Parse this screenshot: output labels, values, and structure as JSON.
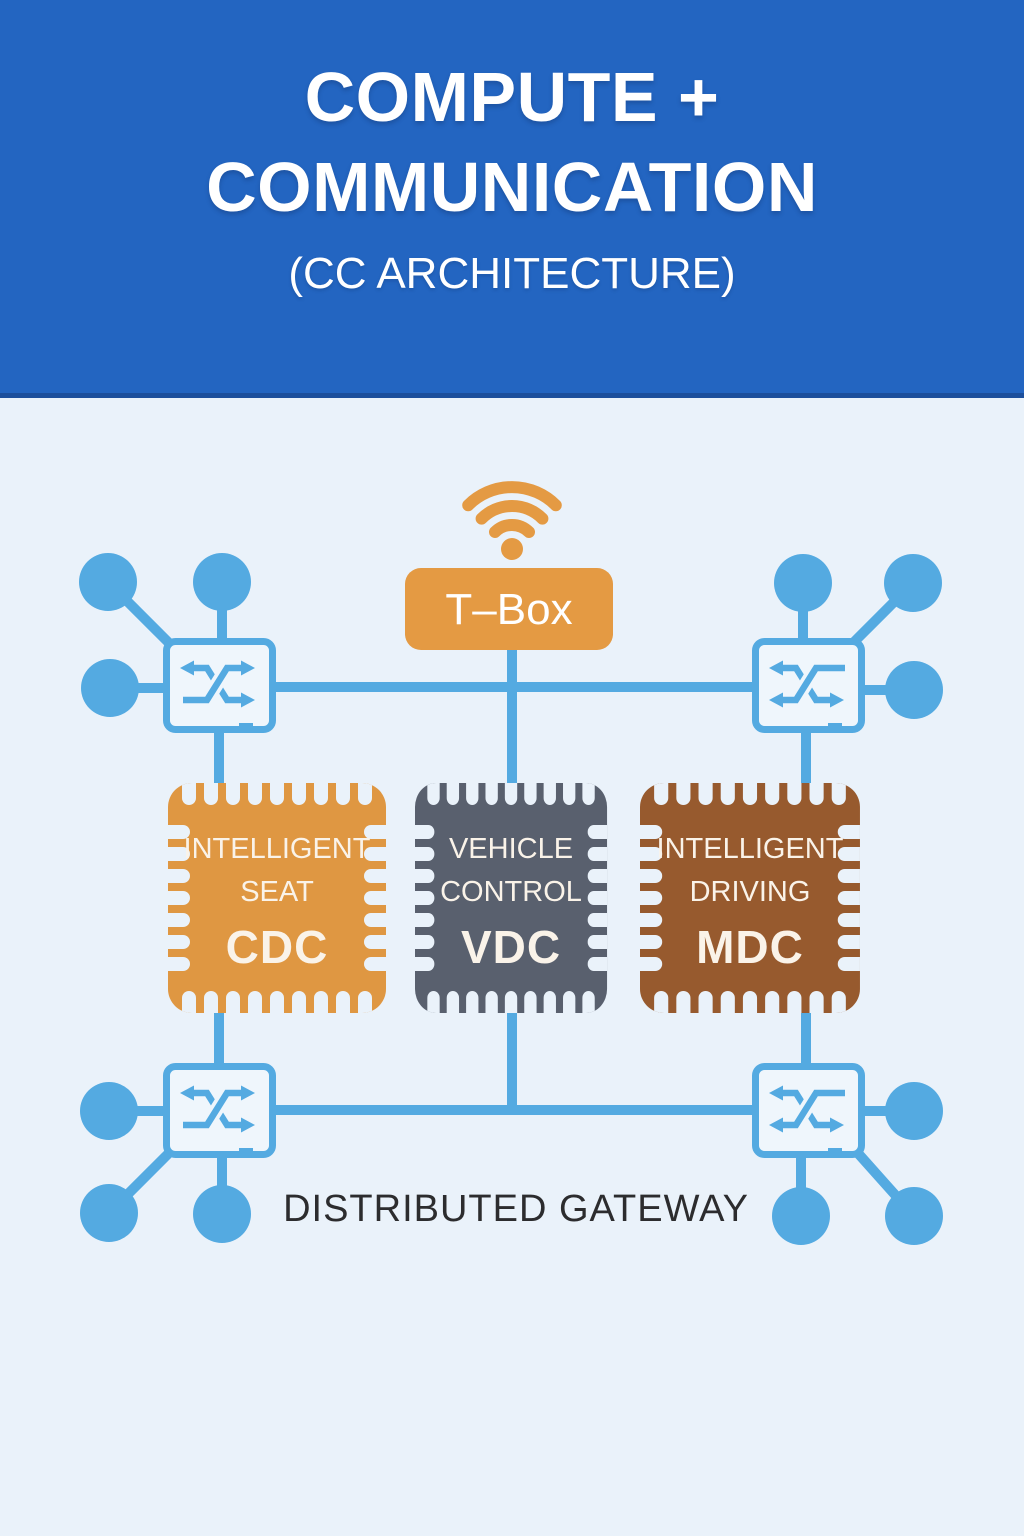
{
  "header": {
    "title_line1": "COMPUTE +",
    "title_line2": "COMMUNICATION",
    "subtitle": "(CC ARCHITECTURE)"
  },
  "diagram": {
    "tbox": {
      "label": "T–Box"
    },
    "chips": [
      {
        "line1": "INTELLIGENT",
        "line2": "SEAT",
        "code": "CDC",
        "color": "#DF9742"
      },
      {
        "line1": "VEHICLE",
        "line2": "CONTROL",
        "code": "VDC",
        "color": "#59606E"
      },
      {
        "line1": "INTELLIGENT",
        "line2": "DRIVING",
        "code": "MDC",
        "color": "#975A2E"
      }
    ],
    "gateway_label": "DISTRIBUTED GATEWAY",
    "icons": {
      "wifi": "wifi-icon",
      "switch": "ethernet-switch-icon",
      "chip": "chip-icon",
      "node": "endpoint-node-circle"
    },
    "colors": {
      "header_bg": "#2365C1",
      "header_border": "#1C4F9C",
      "header_text": "#FFFFFF",
      "canvas_bg": "#EAF2FA",
      "line": "#54AAE1",
      "switch_fill": "#EFF6FC",
      "accent_orange": "#E49A43",
      "chip_text": "#FAF3E9",
      "gateway_text": "#2C2C2E"
    }
  }
}
